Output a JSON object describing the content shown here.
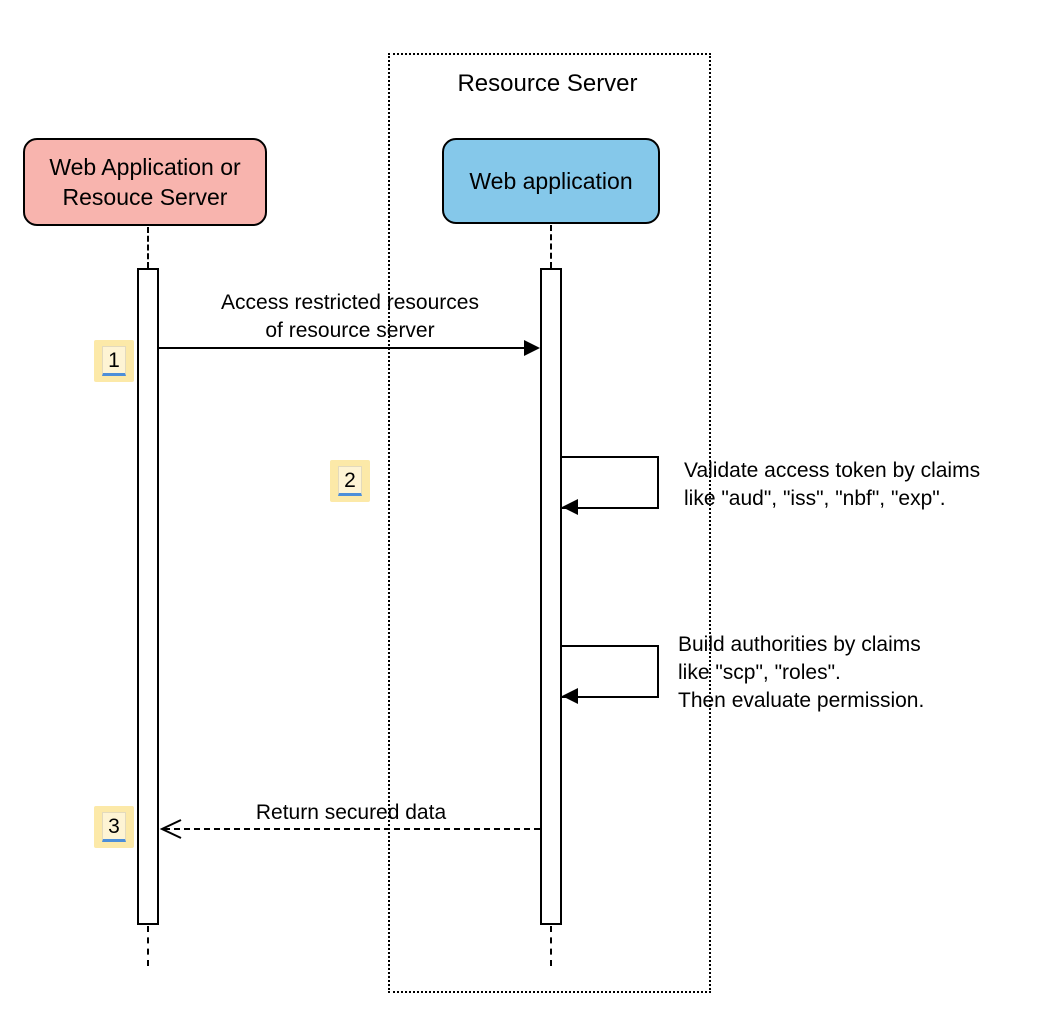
{
  "diagram": {
    "boundary": {
      "label": "Resource Server"
    },
    "actors": {
      "left": {
        "lines": [
          "Web Application or",
          "Resouce Server"
        ]
      },
      "right": {
        "lines": [
          "Web application"
        ]
      }
    },
    "messages": {
      "m1": {
        "badge": "1",
        "lines": [
          "Access restricted resources",
          "of resource server"
        ],
        "arrow": "solid-right"
      },
      "m2": {
        "badge": "2",
        "lines": [
          "Validate access token by claims",
          "like \"aud\", \"iss\", \"nbf\", \"exp\"."
        ],
        "arrow": "self-call"
      },
      "m3": {
        "lines": [
          "Build authorities by claims",
          "like \"scp\", \"roles\".",
          "Then evaluate permission."
        ],
        "arrow": "self-call"
      },
      "m4": {
        "badge": "3",
        "lines": [
          "Return secured data"
        ],
        "arrow": "dashed-return-left"
      }
    },
    "colors": {
      "actor_left_fill": "#F8B4AE",
      "actor_right_fill": "#85C8EA",
      "badge_fill": "#FCE9A8",
      "badge_underline": "#4D8FD9",
      "line": "#000000"
    }
  }
}
